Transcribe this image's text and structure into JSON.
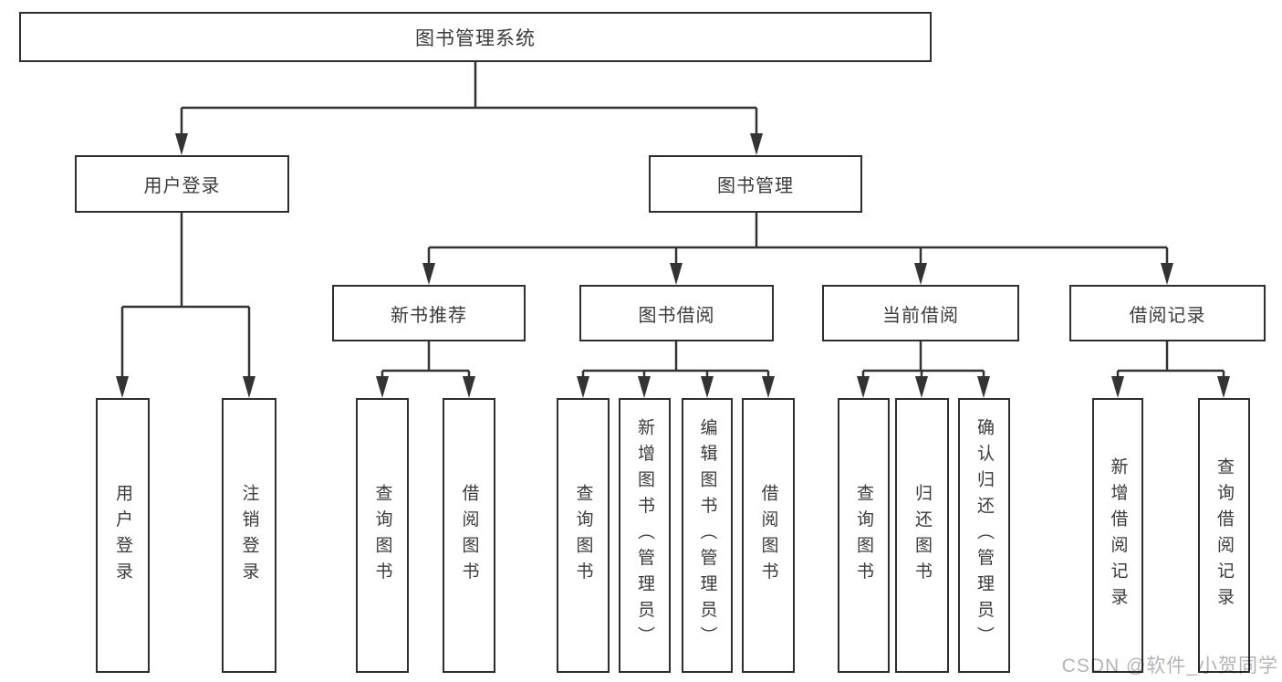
{
  "diagram": {
    "root": {
      "label": "图书管理系统"
    },
    "branches": [
      {
        "label": "用户登录",
        "children": [
          {
            "label": "用户登录"
          },
          {
            "label": "注销登录"
          }
        ]
      },
      {
        "label": "图书管理",
        "children": [
          {
            "label": "新书推荐",
            "children": [
              {
                "label": "查询图书"
              },
              {
                "label": "借阅图书"
              }
            ]
          },
          {
            "label": "图书借阅",
            "children": [
              {
                "label": "查询图书"
              },
              {
                "label": "新增图书（管理员）"
              },
              {
                "label": "编辑图书（管理员）"
              },
              {
                "label": "借阅图书"
              }
            ]
          },
          {
            "label": "当前借阅",
            "children": [
              {
                "label": "查询图书"
              },
              {
                "label": "归还图书"
              },
              {
                "label": "确认归还（管理员）"
              }
            ]
          },
          {
            "label": "借阅记录",
            "children": [
              {
                "label": "新增借阅记录"
              },
              {
                "label": "查询借阅记录"
              }
            ]
          }
        ]
      }
    ]
  },
  "watermark": {
    "text": "CSDN @软件_小贺同学"
  },
  "colors": {
    "line": "#333333",
    "border": "#2e2e2e",
    "text": "#3b3b3b",
    "background": "#ffffff",
    "watermark": "#b3b3b8"
  }
}
